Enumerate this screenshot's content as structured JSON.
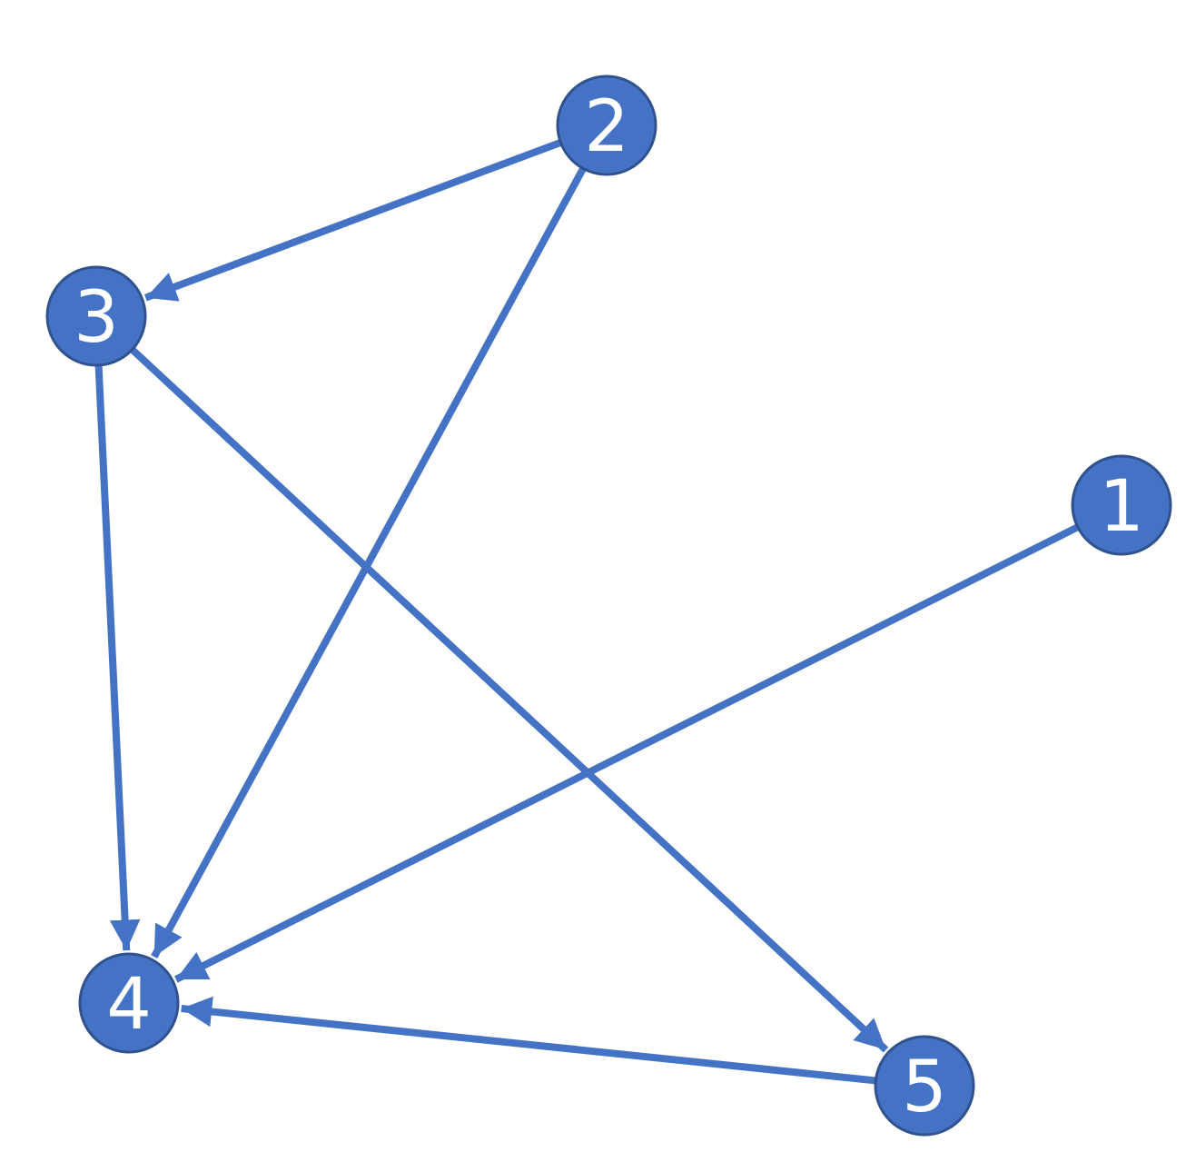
{
  "graph": {
    "directed": true,
    "nodes": [
      {
        "id": "1",
        "label": "1"
      },
      {
        "id": "2",
        "label": "2"
      },
      {
        "id": "3",
        "label": "3"
      },
      {
        "id": "4",
        "label": "4"
      },
      {
        "id": "5",
        "label": "5"
      }
    ],
    "edges": [
      {
        "from": "2",
        "to": "3"
      },
      {
        "from": "2",
        "to": "4"
      },
      {
        "from": "3",
        "to": "4"
      },
      {
        "from": "3",
        "to": "5"
      },
      {
        "from": "1",
        "to": "4"
      },
      {
        "from": "5",
        "to": "4"
      }
    ]
  },
  "colors": {
    "node_fill": "#4472C4",
    "node_stroke": "#2F528F",
    "edge": "#4472C4",
    "label": "#FFFFFF",
    "background": "#FFFFFF"
  }
}
